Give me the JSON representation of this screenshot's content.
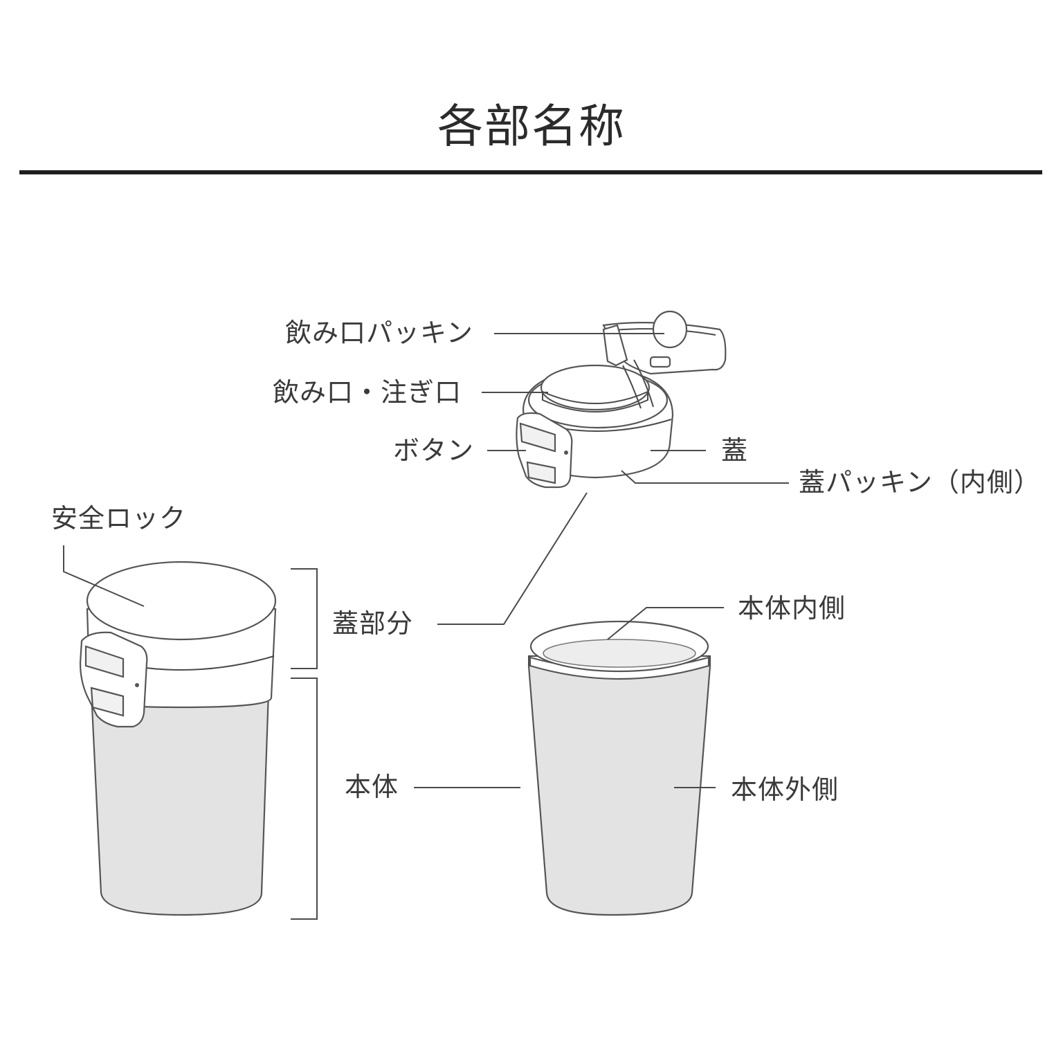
{
  "title": "各部名称",
  "labels": {
    "mouth_gasket": "飲み口パッキン",
    "mouth_spout": "飲み口・注ぎ口",
    "button": "ボタン",
    "lid": "蓋",
    "lid_gasket": "蓋パッキン（内側）",
    "safety_lock": "安全ロック",
    "lid_part": "蓋部分",
    "body_inner": "本体内側",
    "body": "本体",
    "body_outer": "本体外側"
  },
  "colors": {
    "body_fill": "#e3e3e3",
    "outline": "#555555",
    "rule": "#1e1e1e"
  }
}
